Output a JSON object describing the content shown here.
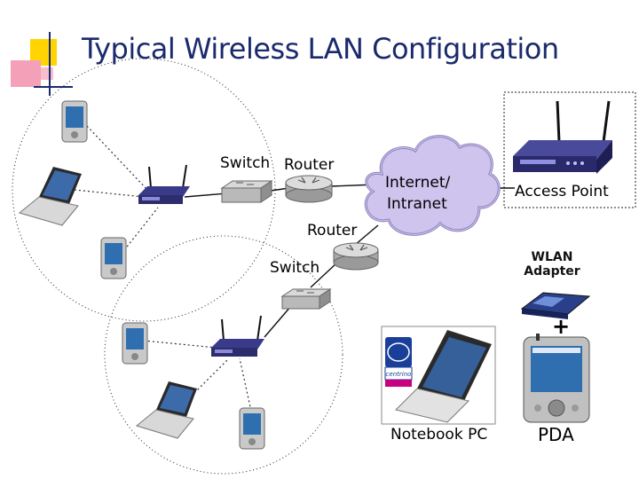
{
  "title": "Typical Wireless LAN Configuration",
  "labels": {
    "switch_top": "Switch",
    "router_top": "Router",
    "cloud_line1": "Internet/",
    "cloud_line2": "Intranet",
    "access_point": "Access Point",
    "router_mid": "Router",
    "switch_mid": "Switch",
    "wlan_line1": "WLAN",
    "wlan_line2": "Adapter",
    "plus": "+",
    "notebook_pc": "Notebook PC",
    "pda": "PDA",
    "centrino": "centrino"
  },
  "colors": {
    "title": "#1a2a6c",
    "deco_yellow": "#ffd400",
    "deco_pink": "#f4a0b8",
    "deco_line": "#1a2a6c",
    "cloud": "#d6ccf0"
  }
}
